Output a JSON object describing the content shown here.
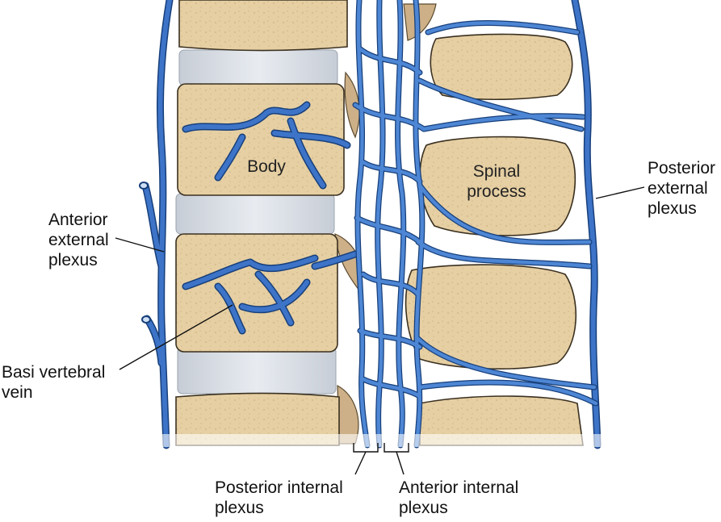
{
  "labels": {
    "body": "Body",
    "spinal_process": "Spinal\nprocess",
    "posterior_external_plexus": "Posterior\nexternal\nplexus",
    "anterior_external_plexus": "Anterior\nexternal\nplexus",
    "basi_vertebral_vein": "Basi vertebral\nvein",
    "posterior_internal_plexus": "Posterior internal\nplexus",
    "anterior_internal_plexus": "Anterior internal\nplexus"
  },
  "colors": {
    "vein": "#2b5ca8",
    "vein_light": "#4d86d4",
    "bone": "#e6cfa3",
    "bone_edge": "#3a3020",
    "disc": "#d8dde4",
    "ligament": "#c8ab82"
  }
}
